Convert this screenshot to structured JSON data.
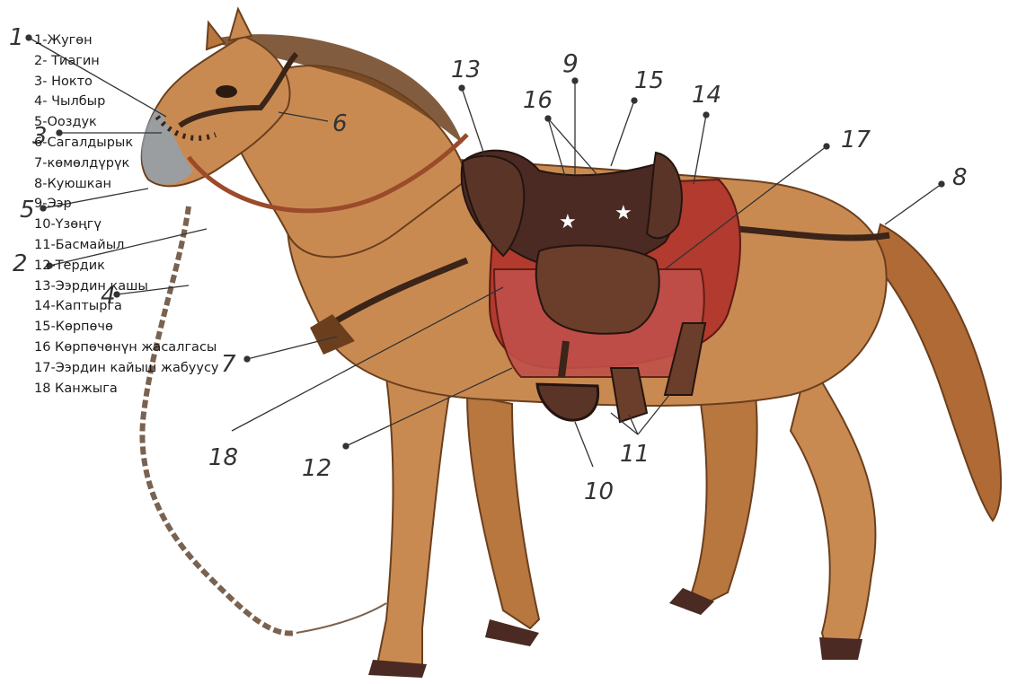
{
  "legend": {
    "items": [
      "1-Жугөн",
      "2- Тиагин",
      "3- Нокто",
      "4- Чылбыр",
      "5-Ооздук",
      "6-Сагалдырык",
      "7-көмөлдүрүк",
      "8-Куюшкан",
      "9-Ээр",
      "10-Үзөңгү",
      "11-Басмайыл",
      "12-Тердик",
      "13-Ээрдин кашы",
      "14-Каптырга",
      "15-Көрпөчө",
      "16 Көрпөчөнүн жасалгасы",
      "17-Ээрдин кайыш жабуусу",
      "18 Канжыга"
    ]
  },
  "callouts": {
    "n1": "1",
    "n2": "2",
    "n3": "3",
    "n4": "4",
    "n5": "5",
    "n6": "6",
    "n7": "7",
    "n8": "8",
    "n9": "9",
    "n10": "10",
    "n11": "11",
    "n12": "12",
    "n13": "13",
    "n14": "14",
    "n15": "15",
    "n16": "16",
    "n17": "17",
    "n18": "18"
  },
  "colors": {
    "horse_body": "#c98a52",
    "horse_shadow": "#8b5a2b",
    "saddle": "#4a2a22",
    "saddle_pad": "#b23a2e",
    "rope": "#7a6250",
    "leader_line": "#333333"
  }
}
